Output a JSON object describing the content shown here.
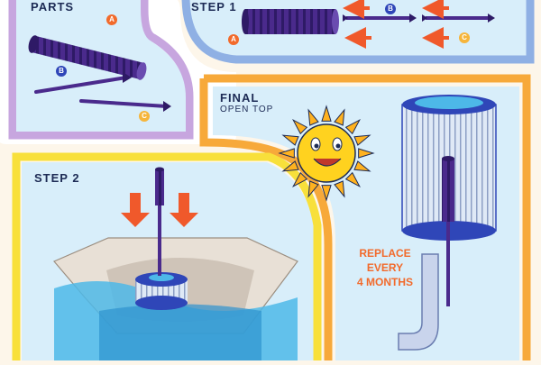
{
  "colors": {
    "background": "#fdf6ea",
    "panel_fill": "#d8eefa",
    "parts_border": "#c7a6df",
    "step1_border": "#8fb0e4",
    "final_border": "#f7a93a",
    "step2_border": "#f8e03b",
    "filter_purple": "#4a2a8c",
    "filter_dark": "#2e1a66",
    "arrow_orange": "#f0592b",
    "badge_a": "#f26a2b",
    "badge_b": "#2f46b8",
    "badge_c": "#f6b53b",
    "sun": "#ffd21f",
    "water": "#4db8e8",
    "pool_deck": "#e8e0d6",
    "text_dark": "#1d2b55",
    "text_orange": "#f26a2b"
  },
  "parts": {
    "title": "PARTS",
    "badge_a": "A",
    "badge_b": "B",
    "badge_c": "C"
  },
  "step1": {
    "title": "STEP 1",
    "badge_a": "A",
    "badge_b": "B",
    "badge_c": "C"
  },
  "step2": {
    "title": "STEP 2"
  },
  "final": {
    "title": "FINAL",
    "subtitle": "OPEN TOP",
    "replace_lines": [
      "REPLACE",
      "EVERY",
      "4 MONTHS"
    ]
  }
}
